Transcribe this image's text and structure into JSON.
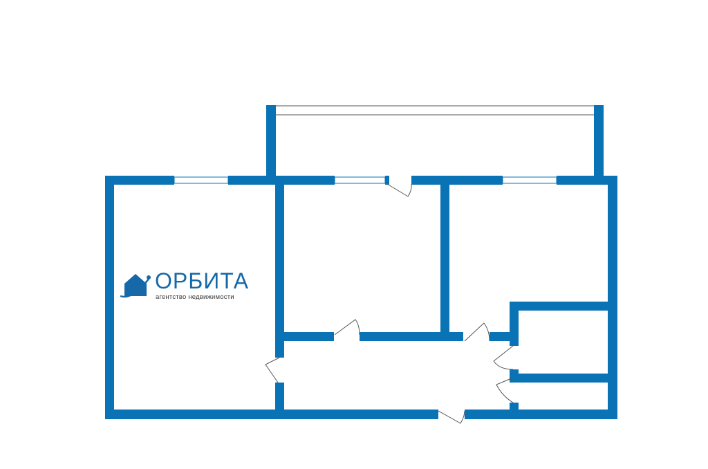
{
  "logo": {
    "title": "ОРБИТА",
    "subtitle": "агентство недвижимости",
    "icon": "house-orbit-icon",
    "color": "#1668a8"
  },
  "plan": {
    "wall_color": "#0a73b5",
    "background": "#ffffff",
    "rooms": [
      "balcony",
      "living-room-left",
      "room-middle",
      "room-right",
      "hallway",
      "bathroom",
      "toilet"
    ]
  }
}
